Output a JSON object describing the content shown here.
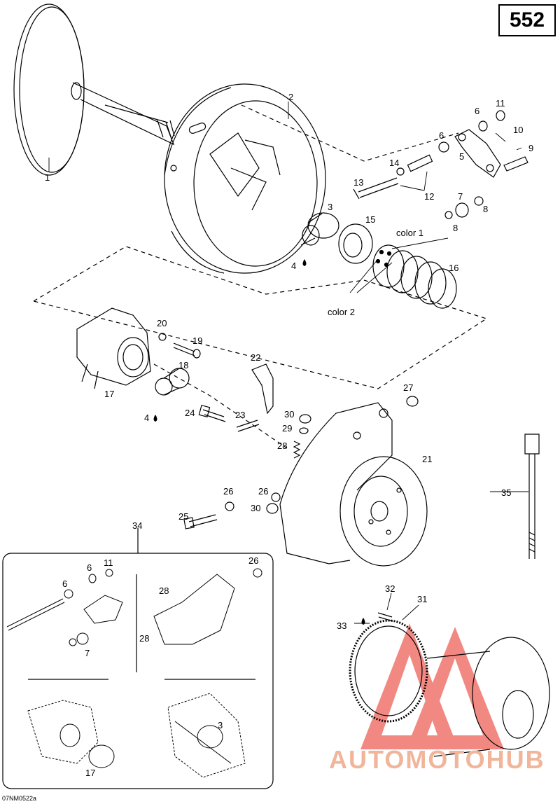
{
  "page_number": "552",
  "drawing_code": "07NM0522a",
  "watermark": {
    "text": "AUTOMOTOHUB",
    "color": "#f0b59a"
  },
  "colors": {
    "line": "#000000",
    "watermark": "#f0b59a",
    "watermark_logo": "#ef6b63"
  },
  "callouts": {
    "p1": "1",
    "p2": "2",
    "p3": "3",
    "p3b": "3",
    "p4a": "4",
    "p4b": "4",
    "p5": "5",
    "p6a": "6",
    "p6b": "6",
    "p6c": "6",
    "p6d": "6",
    "p7a": "7",
    "p7b": "7",
    "p8a": "8",
    "p8b": "8",
    "p9": "9",
    "p10": "10",
    "p11a": "11",
    "p11b": "11",
    "p12": "12",
    "p13": "13",
    "p14": "14",
    "p15": "15",
    "p16": "16",
    "p17a": "17",
    "p17b": "17",
    "p18": "18",
    "p19": "19",
    "p20": "20",
    "p21": "21",
    "p22": "22",
    "p23": "23",
    "p24": "24",
    "p25": "25",
    "p26a": "26",
    "p26b": "26",
    "p26c": "26",
    "p27": "27",
    "p28a": "28",
    "p28b": "28",
    "p28c": "28",
    "p29": "29",
    "p30a": "30",
    "p30b": "30",
    "p31": "31",
    "p32": "32",
    "p33": "33",
    "p34": "34",
    "p35": "35",
    "color1": "color 1",
    "color2": "color 2"
  }
}
